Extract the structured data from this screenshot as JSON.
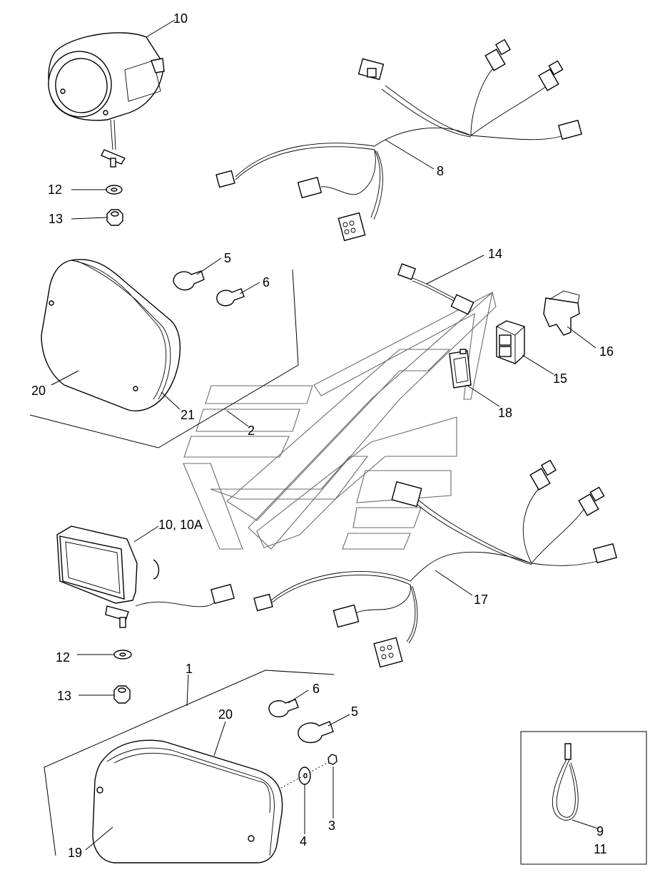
{
  "callouts": {
    "c10_top": "10",
    "c12_top": "12",
    "c13_top": "13",
    "c8": "8",
    "c5_top": "5",
    "c6_top": "6",
    "c14": "14",
    "c20_top": "20",
    "c21": "21",
    "c16": "16",
    "c15": "15",
    "c2": "2",
    "c18": "18",
    "c10_10a": "10, 10A",
    "c17": "17",
    "c12_bot": "12",
    "c1": "1",
    "c13_bot": "13",
    "c6_bot": "6",
    "c20_bot": "20",
    "c5_bot": "5",
    "c9": "9",
    "c11": "11",
    "c3": "3",
    "c4": "4",
    "c19": "19"
  }
}
